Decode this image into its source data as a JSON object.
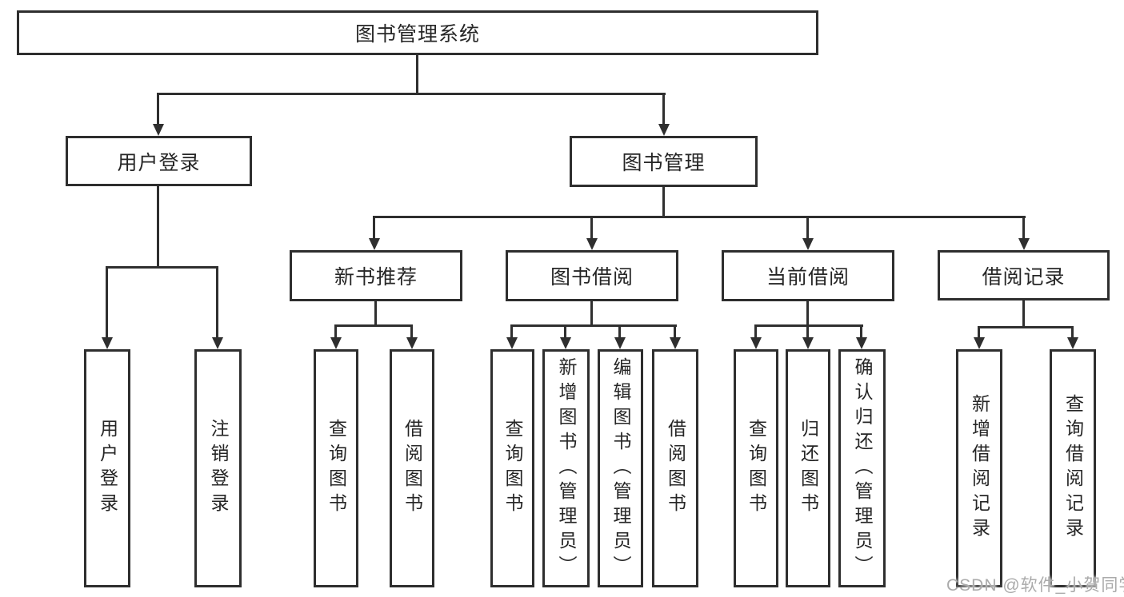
{
  "diagram": {
    "root": "图书管理系统",
    "level2": [
      {
        "label": "用户登录",
        "children": [
          "用户登录",
          "注销登录"
        ]
      },
      {
        "label": "图书管理",
        "sections": [
          {
            "label": "新书推荐",
            "children": [
              "查询图书",
              "借阅图书"
            ]
          },
          {
            "label": "图书借阅",
            "children": [
              "查询图书",
              "新增图书（管理员）",
              "编辑图书（管理员）",
              "借阅图书"
            ]
          },
          {
            "label": "当前借阅",
            "children": [
              "查询图书",
              "归还图书",
              "确认归还（管理员）"
            ]
          },
          {
            "label": "借阅记录",
            "children": [
              "新增借阅记录",
              "查询借阅记录"
            ]
          }
        ]
      }
    ]
  },
  "watermark": "CSDN @软件_小贺同学",
  "colors": {
    "line": "#2f2f2f",
    "border": "#2e2e2e",
    "text": "#262626",
    "watermark": "#ababab",
    "background": "#ffffff"
  }
}
